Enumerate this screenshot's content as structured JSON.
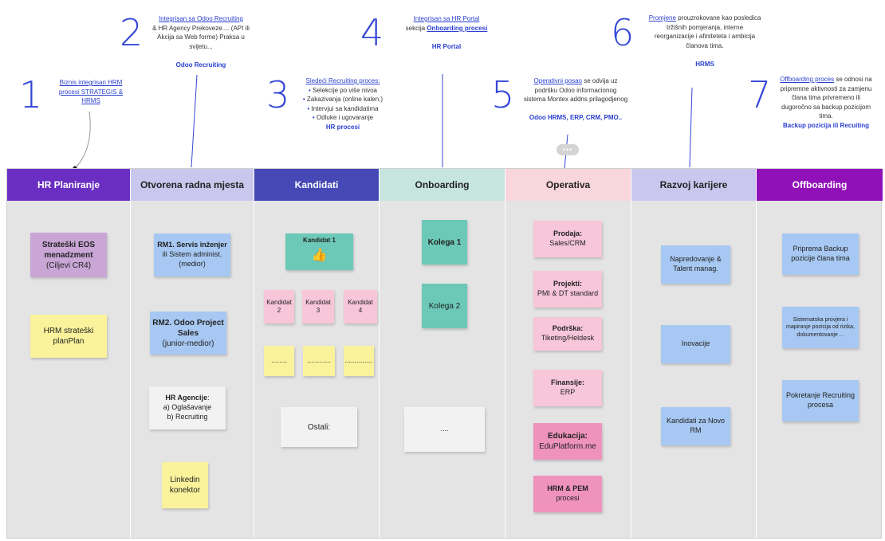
{
  "steps": [
    {
      "num": "1",
      "link": "Biznis integrisan HRM procesi STRATEGIS & HRMS"
    },
    {
      "num": "2",
      "link": "Integrisan sa Odoo Recruiting",
      "text": "& HR Agency Prekoveze.... (API ili Akcija sa Web forme) Praksa u svijetu...",
      "bold": "Odoo Recruiting"
    },
    {
      "num": "3",
      "link": "Sledeći Recruiting proces:",
      "items": [
        "Selekcije po više nivoa",
        "Zakazivanja (online kalen.)",
        "Intervjui sa kandidatima",
        "Odluke i ugovaranje"
      ],
      "bold": "HR procesi"
    },
    {
      "num": "4",
      "link": "Integrisan sa HR Portal",
      "text_pre": "sekcija",
      "link2": "Onboarding procesi",
      "bold": "HR Portal"
    },
    {
      "num": "5",
      "link": "Operativni posao",
      "text": "se odvija uz podršku Odoo informacionog sistema Montex addns prilagodjenog",
      "bold": "Odoo HRMS, ERP, CRM, PMO.."
    },
    {
      "num": "6",
      "link": "Promjene",
      "text": "prouzrokovane kao posledica tržišnih pomjeranja, interne reorganizacije i afiniteteta i ambicija članova tima.",
      "bold": "HRMS"
    },
    {
      "num": "7",
      "link": "Offboarding proces",
      "text": "se odnosi na pripremne aktivnosti za zamjenu člana tima privremeno ili dugoročno sa backup pozicijom tima.",
      "bold": "Backup pozicija ili Recuiting"
    }
  ],
  "comment_icon": "•••",
  "columns": [
    {
      "title": "HR Planiranje",
      "color": "#6a2fc2",
      "text_color": "#ffffff"
    },
    {
      "title": "Otvorena radna mjesta",
      "color": "#c9c7ee",
      "text_color": "#222222"
    },
    {
      "title": "Kandidati",
      "color": "#4548b5",
      "text_color": "#ffffff"
    },
    {
      "title": "Onboarding",
      "color": "#c5e5de",
      "text_color": "#222222"
    },
    {
      "title": "Operativa",
      "color": "#f8d6dc",
      "text_color": "#222222"
    },
    {
      "title": "Razvoj karijere",
      "color": "#c9c7ee",
      "text_color": "#222222"
    },
    {
      "title": "Offboarding",
      "color": "#9111b8",
      "text_color": "#ffffff"
    }
  ],
  "stickies": {
    "strateski_bold": "Strateški EOS menadzment",
    "strateski_sub": "(Ciljevi CR4)",
    "hrm_plan": "HRM strateški planPlan",
    "rm1_bold": "RM1. Servis inženjer",
    "rm1_sub": "ili Sistem administ. (medior)",
    "rm2_bold": "RM2. Odoo Project Sales",
    "rm2_sub": "(junior-medior)",
    "agencije_bold": "HR Agencije",
    "agencije_colon": ":",
    "agencije_a": "a) Oglašavanje",
    "agencije_b": "b) Recruiting",
    "linkedin": "Linkedin konektor",
    "kandidat1": "Kandidat 1",
    "kandidat1_emoji": "👍",
    "kandidat2": "Kandidat 2",
    "kandidat3": "Kandidat 3",
    "kandidat4": "Kandidat 4",
    "dots1": "........",
    "dots2": "............",
    "dots3": "..............",
    "ostali": "Ostali:",
    "kolega1": "Kolega 1",
    "kolega2": "Kolega 2",
    "onb_dots": "....",
    "prodaja_bold": "Prodaja:",
    "prodaja_sub": "Sales/CRM",
    "projekti_bold": "Projekti:",
    "projekti_sub": "PMI & DT standard",
    "podrska_bold": "Podrška:",
    "podrska_sub": "Tiketing/Heldesk",
    "finansije_bold": "Finansije:",
    "finansije_sub": "ERP",
    "edukacija_bold": "Edukacija:",
    "edukacija_sub": "EduPlatform.me",
    "hrm_pem_bold": "HRM & PEM",
    "hrm_pem_sub": "procesi",
    "napredovanje": "Napredovanje & Talent manag.",
    "inovacije": "Inovacije",
    "kandidati_rm": "Kandidati za Novo RM",
    "backup": "Priprema Backup pozicije člana tima",
    "sistematska": "Sistematska provjera i mapiranje pozicija od rizika, dokumentovanje ...",
    "pokretanje": "Pokretanje Recruiting procesa"
  }
}
